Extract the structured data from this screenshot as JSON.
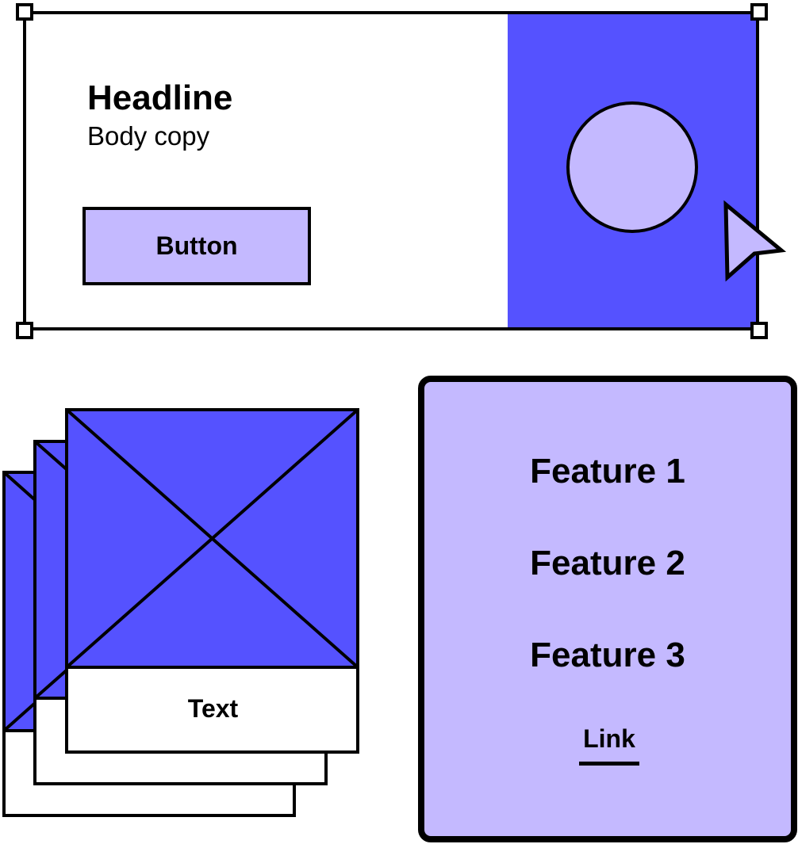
{
  "hero": {
    "headline": "Headline",
    "body": "Body copy",
    "button_label": "Button"
  },
  "card": {
    "text": "Text"
  },
  "features": {
    "items": [
      "Feature 1",
      "Feature 2",
      "Feature 3"
    ],
    "link_label": "Link"
  },
  "colors": {
    "accent": "#5552ff",
    "accent_light": "#c4b9ff",
    "outline": "#000000",
    "background": "#ffffff"
  }
}
